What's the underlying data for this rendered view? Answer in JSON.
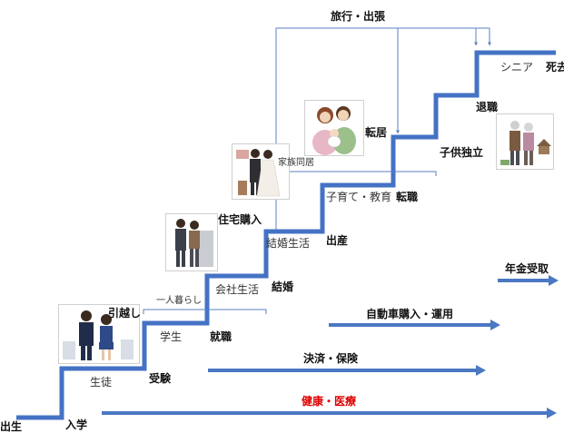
{
  "colors": {
    "stair": "#4472c4",
    "arrow": "#4a78c2",
    "glow": "#f6b26b",
    "health_text": "#e00000",
    "guide_line": "#5b7fc4"
  },
  "life_events": {
    "birth": "出生",
    "school_entry": "入学",
    "pupil": "生徒",
    "entrance_exam": "受験",
    "student": "学生",
    "moving": "引越し",
    "living_alone": "一人暮らし",
    "employment": "就職",
    "company_life": "会社生活",
    "marriage": "結婚",
    "married_life": "結婚生活",
    "home_purchase": "住宅購入",
    "childbirth": "出産",
    "living_with_family": "家族同居",
    "child_rearing": "子育て・教育",
    "job_change": "転職",
    "relocation": "転居",
    "children_independent": "子供独立",
    "retirement": "退職",
    "senior": "シニア",
    "death": "死去",
    "travel_business": "旅行・出張"
  },
  "ongoing_services": {
    "pension": "年金受取",
    "car": "自動車購入・運用",
    "payment": "決済・保険",
    "health": "健康・医療"
  },
  "icons": [
    "students-photo",
    "business-couple-photo",
    "wedding-couple-photo",
    "parents-baby-photo",
    "elderly-couple-photo"
  ]
}
